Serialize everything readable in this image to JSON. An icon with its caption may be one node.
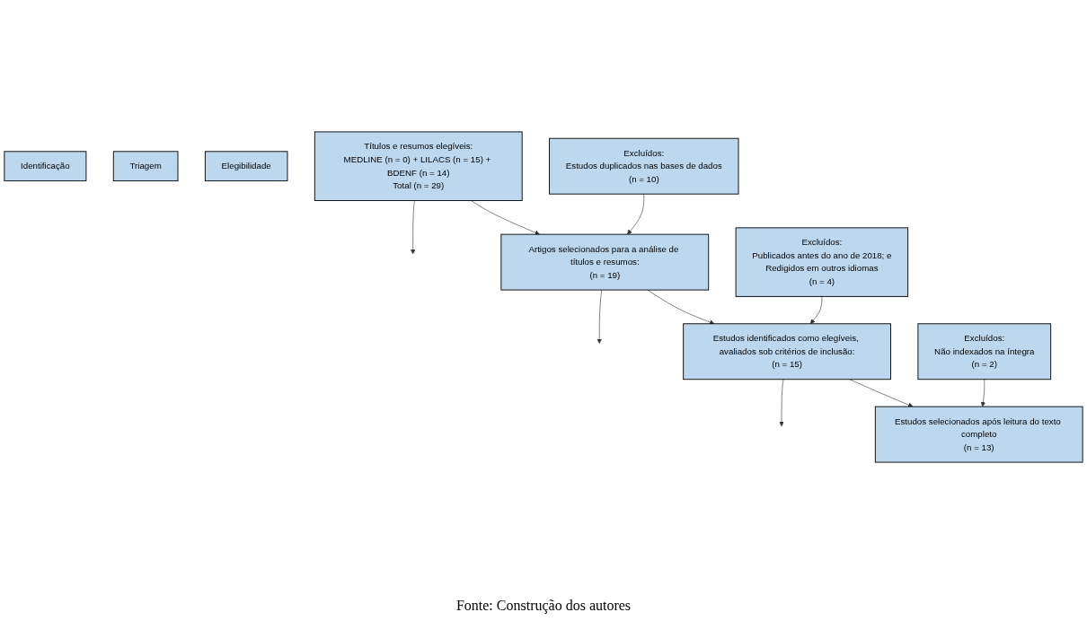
{
  "diagram": {
    "caption": "Fonte: Construção dos autores",
    "nodes": [
      {
        "text": [
          "Identificação"
        ]
      },
      {
        "text": [
          "Títulos e resumos elegíveis:",
          "MEDLINE (n = 0) + LILACS (n = 15) + BDENF (n = 14)",
          "Total (n = 29)"
        ]
      },
      {
        "text": [
          "Excluídos:",
          "Estudos duplicados nas bases de dados",
          "(n = 10)"
        ]
      },
      {
        "text": [
          "Artigos selecionados para a análise de títulos e resumos:",
          "(n = 19)"
        ]
      },
      {
        "text": [
          "Triagem"
        ]
      },
      {
        "text": [
          "Excluídos:",
          "Publicados antes do ano de 2018; e",
          "Redigidos em outros idiomas",
          "(n = 4)"
        ]
      },
      {
        "text": [
          "Estudos identificados como elegíveis, avaliados sob critérios de inclusão:",
          "(n = 15)"
        ]
      },
      {
        "text": [
          "Elegibilidade"
        ]
      },
      {
        "text": [
          "Excluídos:",
          "Não indexados na íntegra",
          "(n = 2)"
        ]
      },
      {
        "text": [
          "Estudos selecionados após leitura do texto completo",
          "(n = 13)"
        ]
      }
    ],
    "edges": [
      {
        "from": 1,
        "to": null,
        "arrow": "to"
      },
      {
        "from": 1,
        "to": 3,
        "arrow": "to"
      },
      {
        "from": 2,
        "to": 3,
        "arrow": "to"
      },
      {
        "from": 3,
        "to": null,
        "arrow": "to"
      },
      {
        "from": 3,
        "to": 6,
        "arrow": "to"
      },
      {
        "from": 5,
        "to": 6,
        "arrow": "to"
      },
      {
        "from": 6,
        "to": null,
        "arrow": "to"
      },
      {
        "from": 6,
        "to": 9,
        "arrow": "to"
      },
      {
        "from": 8,
        "to": 9,
        "arrow": "to"
      }
    ]
  }
}
